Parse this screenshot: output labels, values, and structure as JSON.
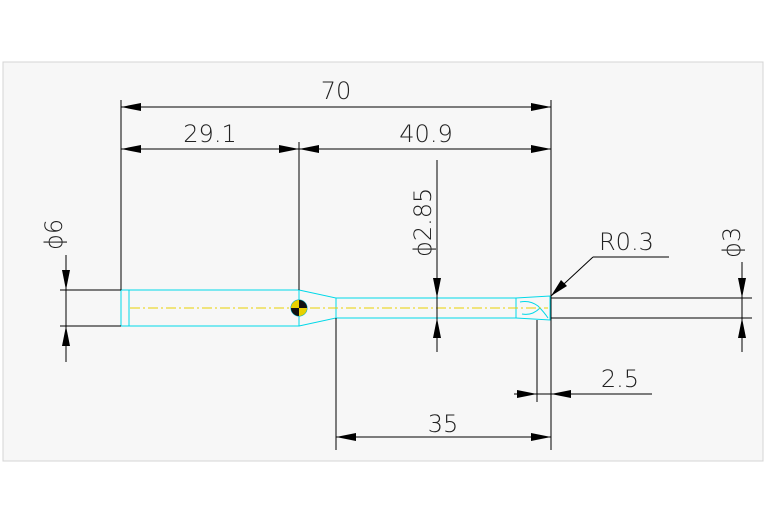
{
  "drawing": {
    "dimensions": {
      "overall_length": "70",
      "shank_length": "29.1",
      "neck_and_flute_length": "40.9",
      "neck_diameter": "ϕ2.85",
      "shank_diameter": "ϕ6",
      "cutting_diameter": "ϕ3",
      "corner_radius": "R0.3",
      "flute_length": "2.5",
      "reach_length": "35"
    },
    "colors": {
      "dimension_lines": "#000000",
      "tool_outline": "#00d8e8",
      "center_line": "#e8d000",
      "background": "#f7f7f7"
    }
  }
}
